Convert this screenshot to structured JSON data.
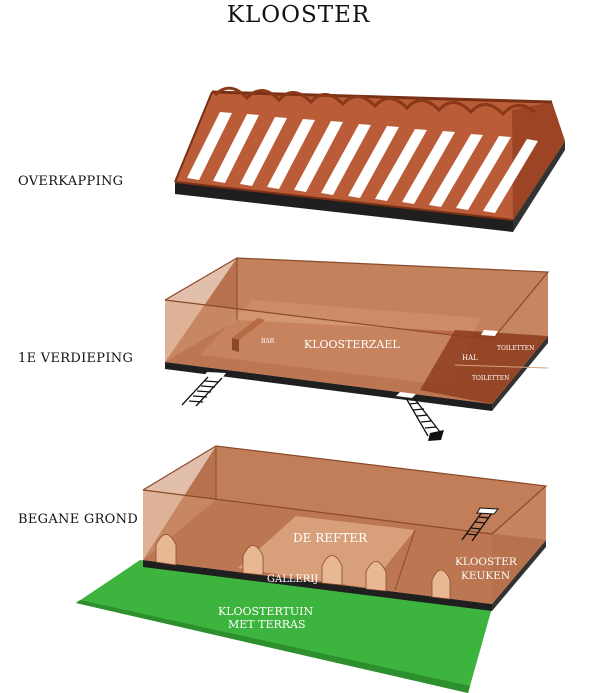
{
  "title": "KLOOSTER",
  "levels": {
    "roof": "OVERKAPPING",
    "first_floor": "1E VERDIEPING",
    "ground_floor": "BEGANE GROND"
  },
  "first_floor_rooms": {
    "bar": "BAR",
    "hall": "KLOOSTERZAEL",
    "landing": "HAL",
    "toilets_upper": "TOILETTEN",
    "toilets_lower": "TOILETTEN"
  },
  "ground_floor_rooms": {
    "refectory": "DE REFTER",
    "gallery": "GALLERIJ",
    "kitchen_line1": "KLOOSTER",
    "kitchen_line2": "KEUKEN",
    "garden_line1": "KLOOSTERTUIN",
    "garden_line2": "MET TERRAS"
  },
  "colors": {
    "roof_brown": "#b5532c",
    "floor_brown": "#a4532f",
    "wall_tan": "#d9a27c",
    "garden_green": "#3db43d"
  }
}
